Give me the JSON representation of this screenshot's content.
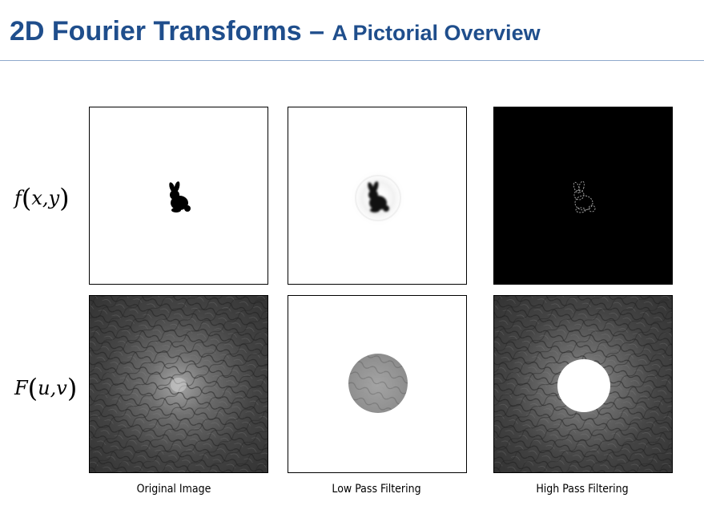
{
  "slide": {
    "title_main": "2D Fourier Transforms",
    "title_dash": " – ",
    "title_sub": "A Pictorial Overview"
  },
  "rows": {
    "spatial": {
      "fn": "f",
      "arg1": "x",
      "arg2": "y"
    },
    "frequency": {
      "fn": "F",
      "arg1": "u",
      "arg2": "v"
    }
  },
  "columns": [
    {
      "caption": "Original Image"
    },
    {
      "caption": "Low Pass Filtering"
    },
    {
      "caption": "High Pass Filtering"
    }
  ],
  "colors": {
    "title": "#1f4e8c",
    "rule": "#8fa9cc",
    "spectrum_dark": "#3a3a3a",
    "spectrum_light": "#9a9a9a"
  }
}
